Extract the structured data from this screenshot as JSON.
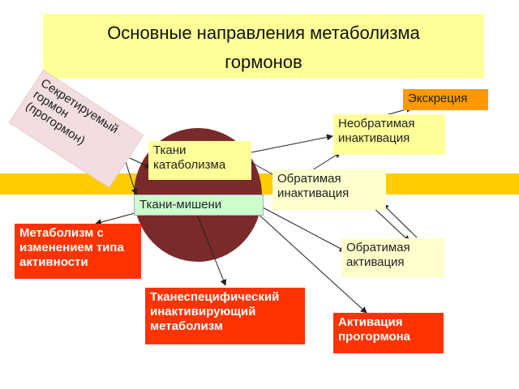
{
  "title": {
    "line1": "Основные направления метаболизма",
    "line2": "гормонов"
  },
  "nodes": {
    "secreted_hormone": {
      "line1": "Секретируемый",
      "line2": "гормон",
      "line3": "(прогормон)"
    },
    "excretion": "Экскреция",
    "irreversible_inactivation": {
      "line1": "Необратимая",
      "line2": "инактивация"
    },
    "catabolism_tissues": {
      "line1": "Ткани",
      "line2": "катаболизма"
    },
    "reversible_inactivation": {
      "line1": "Обратимая",
      "line2": "инактивация"
    },
    "target_tissues": "Ткани-мишени",
    "reversible_activation": {
      "line1": "Обратимая",
      "line2": "активация"
    },
    "activity_metabolism": {
      "line1": "Метаболизм с",
      "line2": "изменением типа",
      "line3": "активности"
    },
    "tissue_nonspecific": {
      "line1": "Тканеспецифический",
      "line2": "инактивирующий",
      "line3": "метаболизм"
    },
    "prohormone_activation": {
      "line1": "Активация",
      "line2": "прогормона"
    }
  },
  "colors": {
    "title_bg": "#ffff99",
    "band": "#ffcc00",
    "ellipse": "#7a2a2a",
    "red_box": "#ff3300",
    "orange_box": "#ff9900"
  }
}
